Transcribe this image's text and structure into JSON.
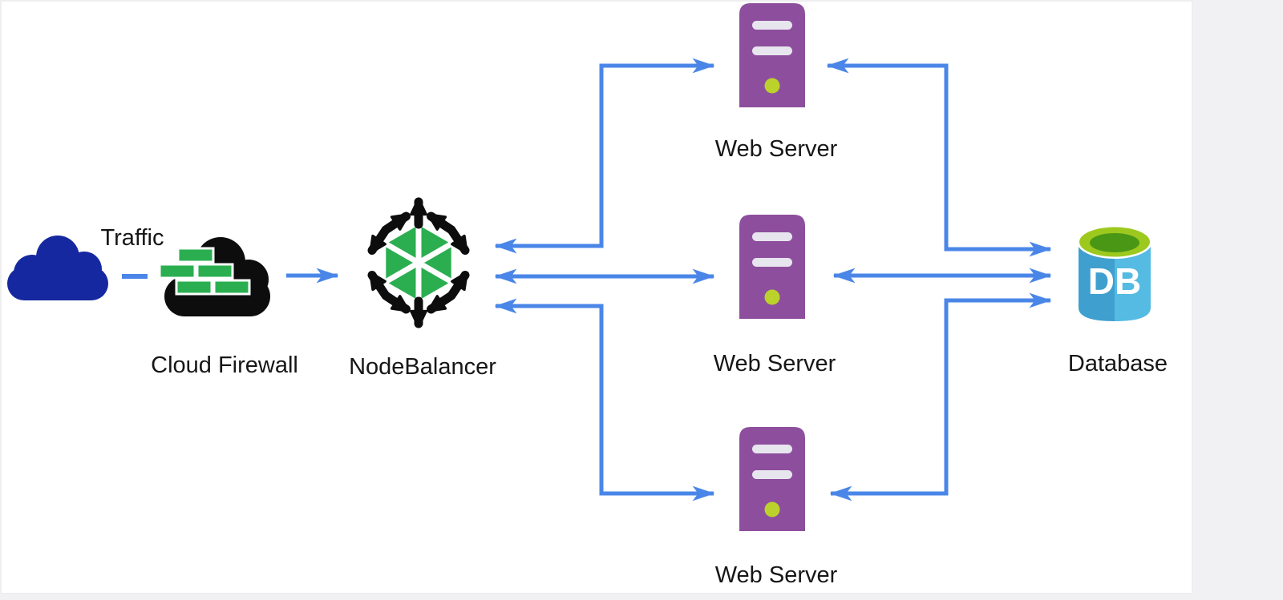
{
  "diagram": {
    "colors": {
      "canvas_bg": "#ffffff",
      "gutter_bg": "#f1f1f3",
      "arrow_blue": "#4a86e8",
      "label_text": "#161616",
      "traffic_cloud_navy": "#15289f",
      "firewall_cloud_black": "#0d0d0d",
      "brick_green": "#2bae50",
      "brick_mortar_white": "#ffffff",
      "balancer_hex_green": "#2bae50",
      "balancer_arrow_black": "#0d0d0d",
      "server_purple": "#8d4f9d",
      "server_slot": "#e7e5ee",
      "server_led": "#bcd22c",
      "db_blue_dark": "#3f9fce",
      "db_blue_light": "#55bbe2",
      "db_rim_white": "#ffffff",
      "db_lime": "#9dc91e",
      "db_green_dark": "#4a9715",
      "db_badge_text": "#ffffff"
    },
    "nodes": {
      "traffic": {
        "label": "Traffic",
        "icon": "cloud-icon"
      },
      "cloud_firewall": {
        "label": "Cloud Firewall",
        "icon": "firewall-brick-cloud-icon"
      },
      "nodebalancer": {
        "label": "NodeBalancer",
        "icon": "hexagon-balancer-icon"
      },
      "web_server_1": {
        "label": "Web Server",
        "icon": "server-tower-icon"
      },
      "web_server_2": {
        "label": "Web Server",
        "icon": "server-tower-icon"
      },
      "web_server_3": {
        "label": "Web Server",
        "icon": "server-tower-icon"
      },
      "database": {
        "label": "Database",
        "badge": "DB",
        "icon": "database-cylinder-icon"
      }
    },
    "edges": [
      {
        "from": "traffic",
        "to": "cloud_firewall",
        "style": "dash"
      },
      {
        "from": "cloud_firewall",
        "to": "nodebalancer",
        "style": "arrow"
      },
      {
        "from": "nodebalancer",
        "to": "web_server_1",
        "bidirectional": true
      },
      {
        "from": "nodebalancer",
        "to": "web_server_2",
        "bidirectional": true
      },
      {
        "from": "nodebalancer",
        "to": "web_server_3",
        "bidirectional": true
      },
      {
        "from": "web_server_1",
        "to": "database",
        "bidirectional": true
      },
      {
        "from": "web_server_2",
        "to": "database",
        "bidirectional": true
      },
      {
        "from": "web_server_3",
        "to": "database",
        "bidirectional": true
      }
    ]
  }
}
